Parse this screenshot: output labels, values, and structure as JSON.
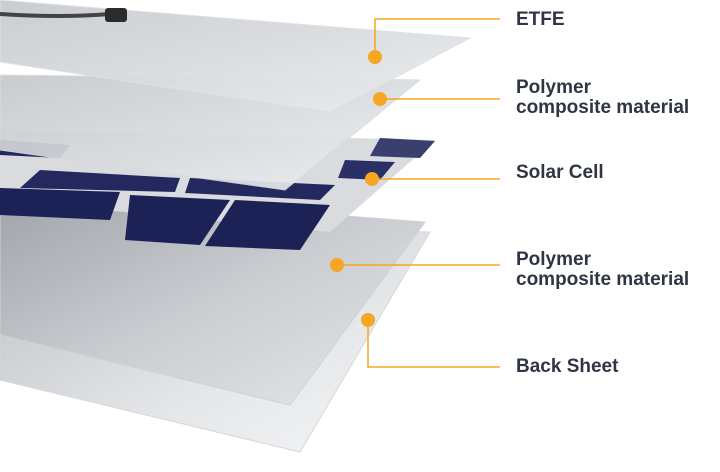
{
  "colors": {
    "accent": "#f5a623",
    "label_text": "#2f3542",
    "cell_blue": "#1c2156"
  },
  "layers": [
    {
      "label_line1": "ETFE",
      "label_line2": ""
    },
    {
      "label_line1": "Polymer",
      "label_line2": "composite material"
    },
    {
      "label_line1": "Solar Cell",
      "label_line2": ""
    },
    {
      "label_line1": "Polymer",
      "label_line2": "composite material"
    },
    {
      "label_line1": "Back Sheet",
      "label_line2": ""
    }
  ]
}
